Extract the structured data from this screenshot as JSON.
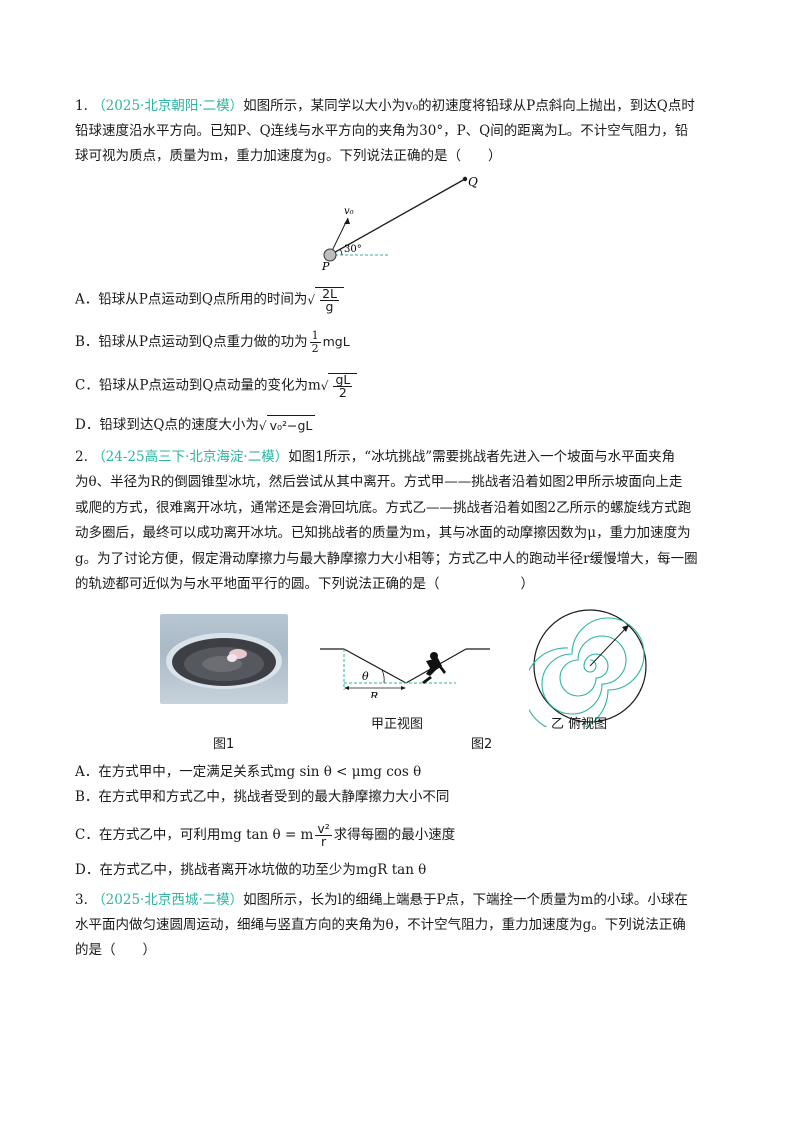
{
  "q1": {
    "num": "1.",
    "source": "（2025·北京朝阳·二模）",
    "stem_l1": "如图所示，某同学以大小为v₀的初速度将铅球从P点斜向上抛出，到达Q点时",
    "stem_l2": "铅球速度沿水平方向。已知P、Q连线与水平方向的夹角为30°，P、Q间的距离为L。不计空气阻力，铅",
    "stem_l3": "球可视为质点，质量为m，重力加速度为g。下列说法正确的是（　　）",
    "fig": {
      "label_q": "Q",
      "label_p": "P",
      "label_v0": "v₀",
      "label_angle": "30°"
    },
    "A_text": "A．铅球从P点运动到Q点所用的时间为",
    "A_num": "2L",
    "A_den": "g",
    "B_text": "B．铅球从P点运动到Q点重力做的功为",
    "B_num": "1",
    "B_den": "2",
    "B_tail": "mgL",
    "C_text": "C．铅球从P点运动到Q点动量的变化为m",
    "C_num": "gL",
    "C_den": "2",
    "D_text": "D．铅球到达Q点的速度大小为",
    "D_rad": "v₀²−gL"
  },
  "q2": {
    "num": "2.",
    "source": "（24-25高三下·北京海淀·二模）",
    "stem_l1": "如图1所示，“冰坑挑战”需要挑战者先进入一个坡面与水平面夹角",
    "stem_l2": "为θ、半径为R的倒圆锥型冰坑，然后尝试从其中离开。方式甲——挑战者沿着如图2甲所示坡面向上走",
    "stem_l3": "或爬的方式，很难离开冰坑，通常还是会滑回坑底。方式乙——挑战者沿着如图2乙所示的螺旋线方式跑",
    "stem_l4": "动多圈后，最终可以成功离开冰坑。已知挑战者的质量为m，其与冰面的动摩擦因数为μ，重力加速度为",
    "stem_l5": "g。为了讨论方便，假定滑动摩擦力与最大静摩擦力大小相等；方式乙中人的跑动半径r缓慢增大，每一圈",
    "stem_l6": "的轨迹都可近似为与水平地面平行的圆。下列说法正确的是（　　　　　　）",
    "fig": {
      "label_theta": "θ",
      "label_r": "R",
      "cap_jia": "甲正视图",
      "cap_yi": "乙  俯视图",
      "cap_fig1": "图1",
      "cap_fig2": "图2"
    },
    "A": "A．在方式甲中，一定满足关系式mg sin θ < μmg cos θ",
    "B": "B．在方式甲和方式乙中，挑战者受到的最大静摩擦力大小不同",
    "C_pre": "C．在方式乙中，可利用mg tan θ = m",
    "C_num": "v²",
    "C_den": "r",
    "C_post": "求得每圈的最小速度",
    "D": "D．在方式乙中，挑战者离开冰坑做的功至少为mgR tan θ"
  },
  "q3": {
    "num": "3.",
    "source": "（2025·北京西城·二模）",
    "stem_l1": "如图所示，长为l的细绳上端悬于P点，下端拴一个质量为m的小球。小球在",
    "stem_l2": "水平面内做匀速圆周运动，细绳与竖直方向的夹角为θ，不计空气阻力，重力加速度为g。下列说法正确",
    "stem_l3": "的是（　　）"
  }
}
